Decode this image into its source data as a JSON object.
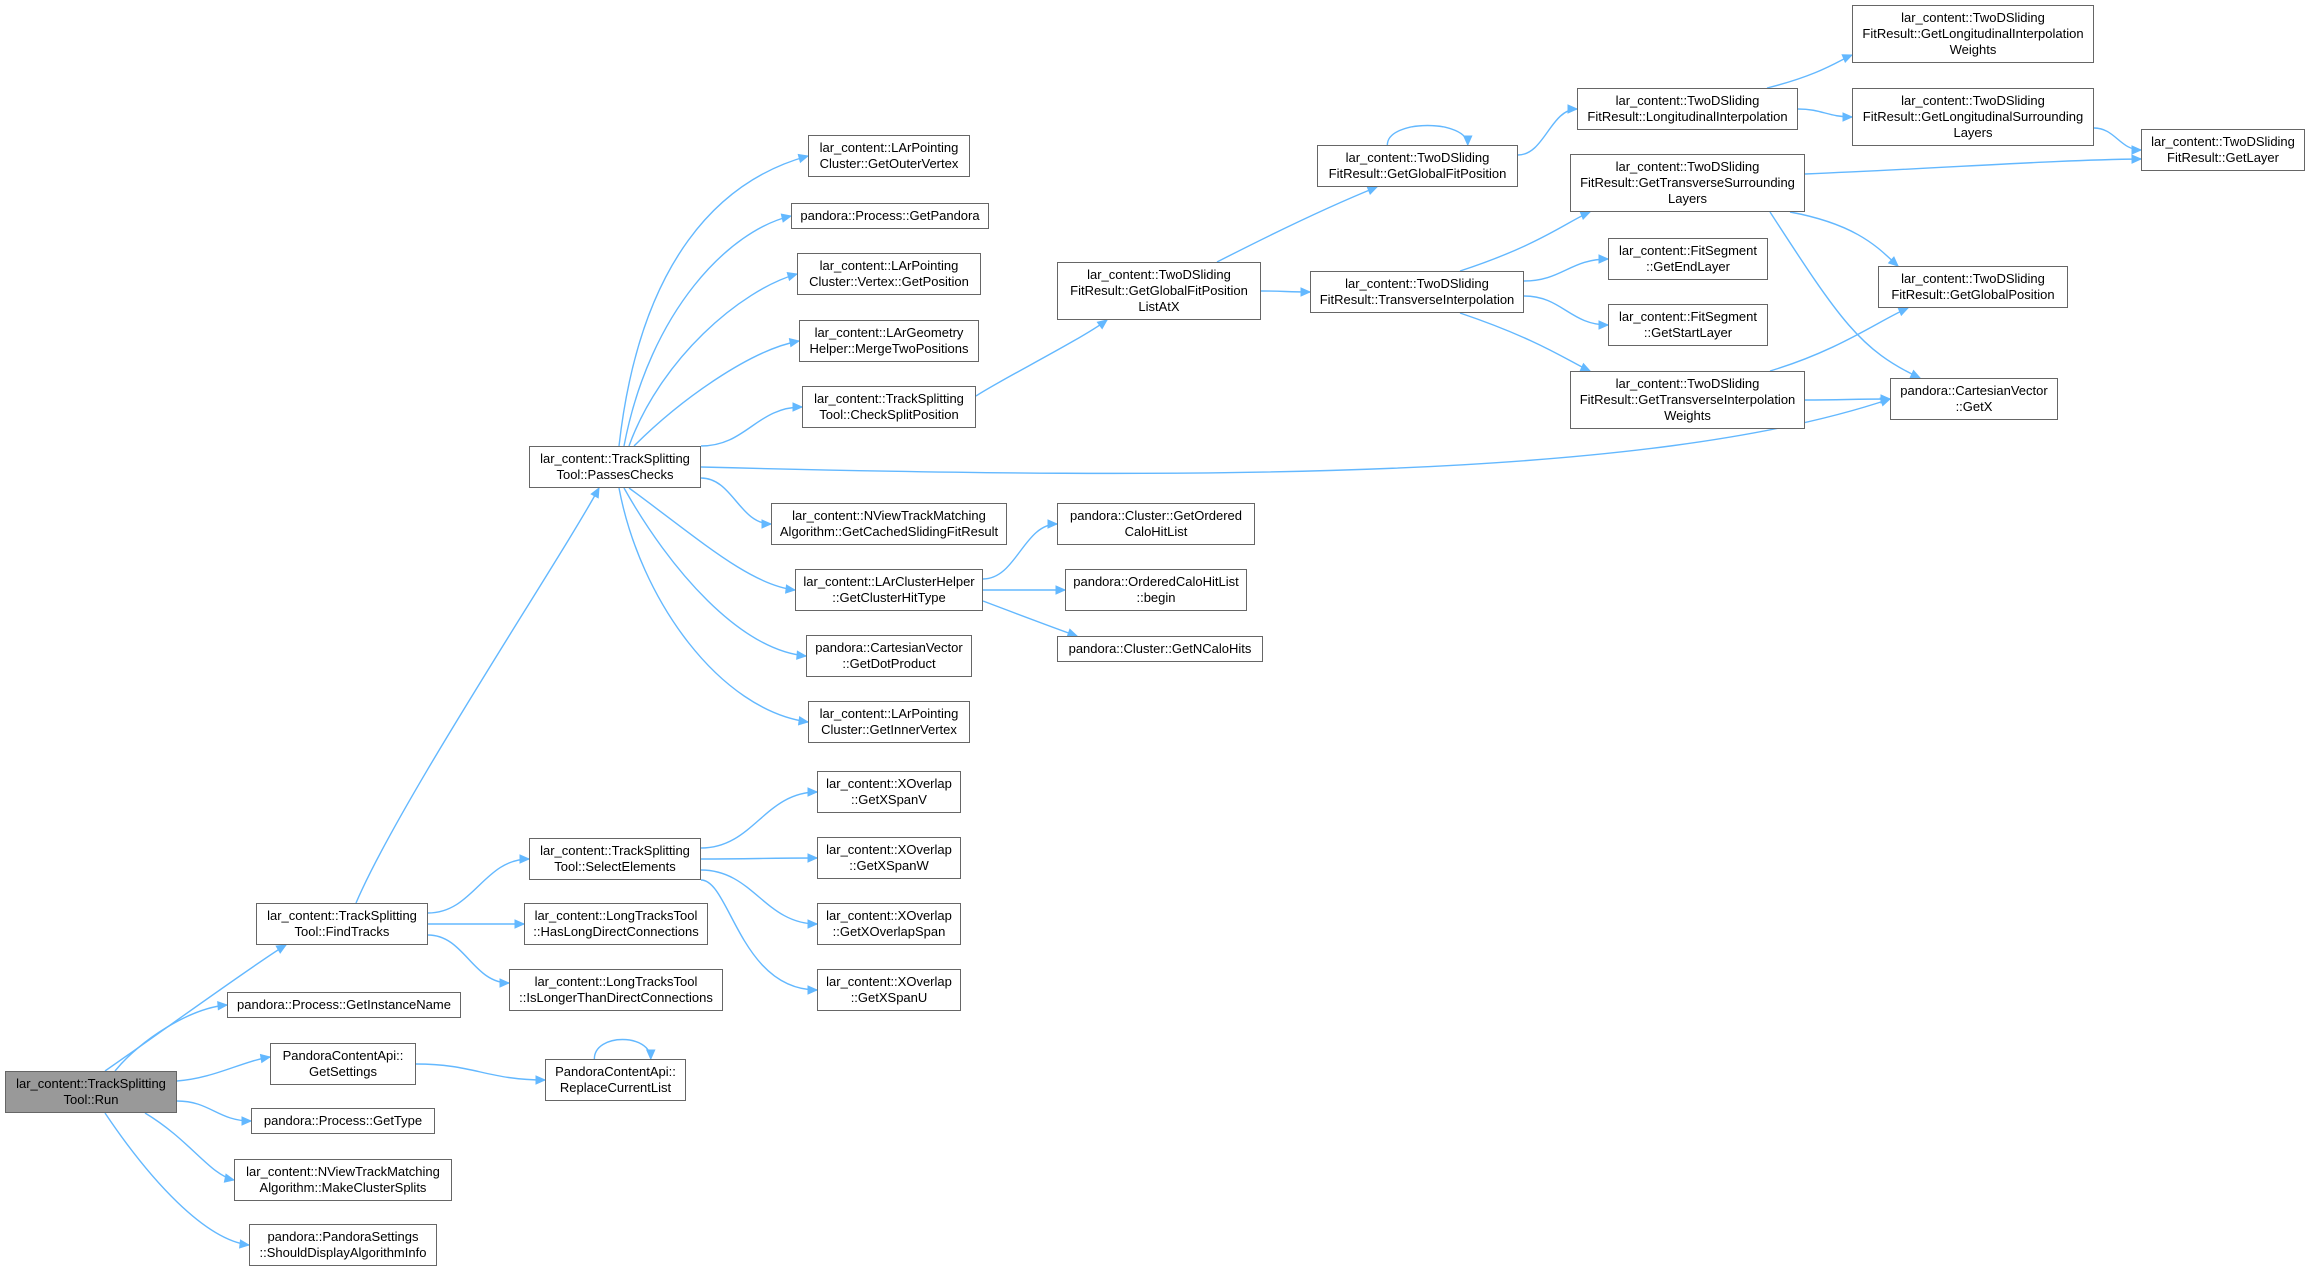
{
  "colors": {
    "edge": "#63b8ff",
    "node_border": "#666666",
    "root_fill": "#999999",
    "node_fill": "#ffffff"
  },
  "nodes": {
    "n_run": "lar_content::TrackSplitting\nTool::Run",
    "n_findtracks": "lar_content::TrackSplitting\nTool::FindTracks",
    "n_getinstancename": "pandora::Process::GetInstanceName",
    "n_getsettings": "PandoraContentApi::\nGetSettings",
    "n_gettype": "pandora::Process::GetType",
    "n_makeclustersplits": "lar_content::NViewTrackMatching\nAlgorithm::MakeClusterSplits",
    "n_shoulddisplay": "pandora::PandoraSettings\n::ShouldDisplayAlgorithmInfo",
    "n_passeschecks": "lar_content::TrackSplitting\nTool::PassesChecks",
    "n_selectelements": "lar_content::TrackSplitting\nTool::SelectElements",
    "n_haslongdirect": "lar_content::LongTracksTool\n::HasLongDirectConnections",
    "n_islonger": "lar_content::LongTracksTool\n::IsLongerThanDirectConnections",
    "n_replacecurrentlist": "PandoraContentApi::\nReplaceCurrentList",
    "n_getoutervertex": "lar_content::LArPointing\nCluster::GetOuterVertex",
    "n_getpandora": "pandora::Process::GetPandora",
    "n_vertexgetposition": "lar_content::LArPointing\nCluster::Vertex::GetPosition",
    "n_mergetwopositions": "lar_content::LArGeometry\nHelper::MergeTwoPositions",
    "n_checksplitposition": "lar_content::TrackSplitting\nTool::CheckSplitPosition",
    "n_getcachedsliding": "lar_content::NViewTrackMatching\nAlgorithm::GetCachedSlidingFitResult",
    "n_getclusterhittype": "lar_content::LArClusterHelper\n::GetClusterHitType",
    "n_getdotproduct": "pandora::CartesianVector\n::GetDotProduct",
    "n_getinnervertex": "lar_content::LArPointing\nCluster::GetInnerVertex",
    "n_getxspanv": "lar_content::XOverlap\n::GetXSpanV",
    "n_getxspanw": "lar_content::XOverlap\n::GetXSpanW",
    "n_getxoverlapspan": "lar_content::XOverlap\n::GetXOverlapSpan",
    "n_getxspanu": "lar_content::XOverlap\n::GetXSpanU",
    "n_getglobalfitpositionlistatx": "lar_content::TwoDSliding\nFitResult::GetGlobalFitPosition\nListAtX",
    "n_getorderedcalohitlist": "pandora::Cluster::GetOrdered\nCaloHitList",
    "n_orderedbegin": "pandora::OrderedCaloHitList\n::begin",
    "n_getncalohits": "pandora::Cluster::GetNCaloHits",
    "n_getglobalfitposition": "lar_content::TwoDSliding\nFitResult::GetGlobalFitPosition",
    "n_transverseinterpolation": "lar_content::TwoDSliding\nFitResult::TransverseInterpolation",
    "n_longitudinalinterpolation": "lar_content::TwoDSliding\nFitResult::LongitudinalInterpolation",
    "n_gettransversesurroundinglayers": "lar_content::TwoDSliding\nFitResult::GetTransverseSurrounding\nLayers",
    "n_getendlayer": "lar_content::FitSegment\n::GetEndLayer",
    "n_getstartlayer": "lar_content::FitSegment\n::GetStartLayer",
    "n_gettransverseinterpolationweights": "lar_content::TwoDSliding\nFitResult::GetTransverseInterpolation\nWeights",
    "n_getlongitudinalinterpolationweights": "lar_content::TwoDSliding\nFitResult::GetLongitudinalInterpolation\nWeights",
    "n_getlongitudinalsurroundinglayers": "lar_content::TwoDSliding\nFitResult::GetLongitudinalSurrounding\nLayers",
    "n_getglobalposition": "lar_content::TwoDSliding\nFitResult::GetGlobalPosition",
    "n_getx": "pandora::CartesianVector\n::GetX",
    "n_getlayer": "lar_content::TwoDSliding\nFitResult::GetLayer"
  }
}
